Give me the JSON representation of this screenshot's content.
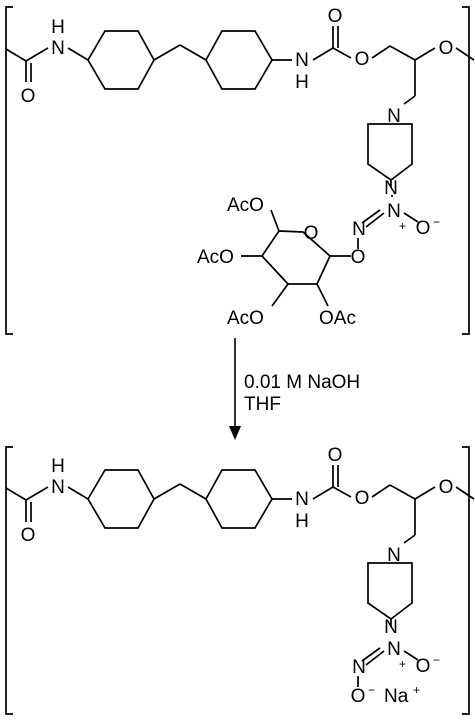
{
  "reaction": {
    "condition_line1": "0.01 M NaOH",
    "condition_line2": "THF"
  },
  "atoms": {
    "O": "O",
    "N": "N",
    "H": "H",
    "OAc": "OAc",
    "AcO": "AcO",
    "Na": "Na",
    "plus": "+",
    "minus": "−"
  }
}
